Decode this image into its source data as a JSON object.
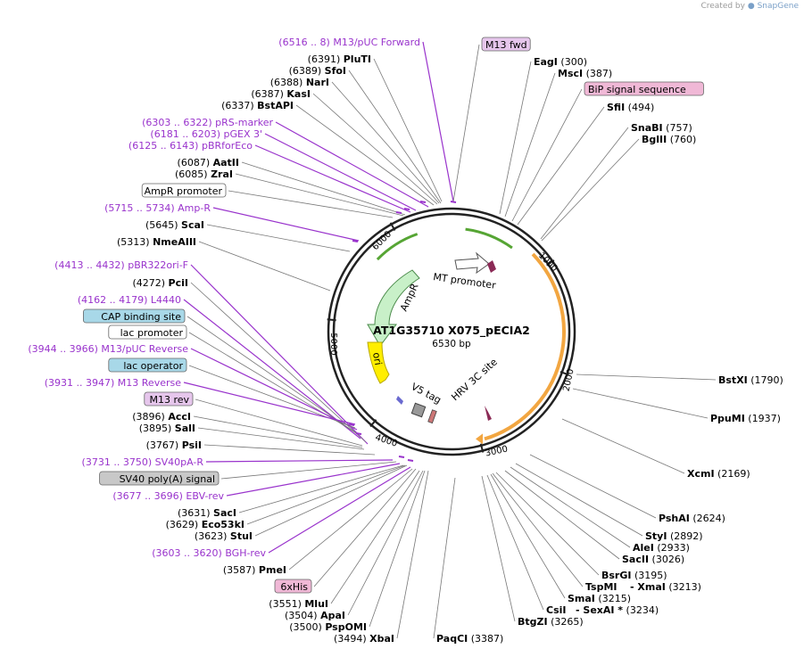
{
  "watermark": {
    "created_by": "Created by",
    "brand": "SnapGene"
  },
  "plasmid": {
    "name": "AT1G35710 X075_pECIA2",
    "length_label": "6530 bp",
    "length": 6530
  },
  "colors": {
    "ring": "#222222",
    "leader": "#777777",
    "primer": "#9933cc",
    "orange_feature": "#f2a641",
    "green_feature": "#56a534",
    "ampr_fill": "#c8f0c8",
    "ori_fill": "#ffee00",
    "mt_fill": "#ffffff",
    "pink_box": "#f0b8d6",
    "cyan_box": "#a8d8e8",
    "gray_box": "#c8c8c8",
    "lilac_box": "#e6c6ec"
  },
  "ticks": [
    "1000",
    "2000",
    "3000",
    "4000",
    "5000",
    "6000"
  ],
  "features": [
    {
      "id": "mt",
      "label": "MT promoter"
    },
    {
      "id": "ampr",
      "label": "AmpR"
    },
    {
      "id": "ori",
      "label": "ori"
    },
    {
      "id": "v5",
      "label": "V5 tag"
    },
    {
      "id": "hrv",
      "label": "HRV 3C site"
    }
  ],
  "left_labels": [
    {
      "pos": "(6516 .. 8)",
      "name": "M13/pUC Forward",
      "kind": "primer"
    },
    {
      "pos": "(6391)",
      "name": "PluTI",
      "kind": "enzyme"
    },
    {
      "pos": "(6389)",
      "name": "SfoI",
      "kind": "enzyme"
    },
    {
      "pos": "(6388)",
      "name": "NarI",
      "kind": "enzyme"
    },
    {
      "pos": "(6387)",
      "name": "KasI",
      "kind": "enzyme"
    },
    {
      "pos": "(6337)",
      "name": "BstAPI",
      "kind": "enzyme"
    },
    {
      "pos": "(6303 .. 6322)",
      "name": "pRS-marker",
      "kind": "primer"
    },
    {
      "pos": "(6181 .. 6203)",
      "name": "pGEX 3'",
      "kind": "primer"
    },
    {
      "pos": "(6125 .. 6143)",
      "name": "pBRforEco",
      "kind": "primer"
    },
    {
      "pos": "(6087)",
      "name": "AatII",
      "kind": "enzyme"
    },
    {
      "pos": "(6085)",
      "name": "ZraI",
      "kind": "enzyme"
    },
    {
      "pos": "",
      "name": "AmpR promoter",
      "kind": "box-white"
    },
    {
      "pos": "(5715 .. 5734)",
      "name": "Amp-R",
      "kind": "primer"
    },
    {
      "pos": "(5645)",
      "name": "ScaI",
      "kind": "enzyme"
    },
    {
      "pos": "(5313)",
      "name": "NmeAIII",
      "kind": "enzyme"
    },
    {
      "pos": "(4413 .. 4432)",
      "name": "pBR322ori-F",
      "kind": "primer"
    },
    {
      "pos": "(4272)",
      "name": "PciI",
      "kind": "enzyme"
    },
    {
      "pos": "(4162 .. 4179)",
      "name": "L4440",
      "kind": "primer"
    },
    {
      "pos": "",
      "name": "CAP binding site",
      "kind": "box-cyan"
    },
    {
      "pos": "",
      "name": "lac promoter",
      "kind": "box-white"
    },
    {
      "pos": "(3944 .. 3966)",
      "name": "M13/pUC Reverse",
      "kind": "primer"
    },
    {
      "pos": "",
      "name": "lac operator",
      "kind": "box-cyan"
    },
    {
      "pos": "(3931 .. 3947)",
      "name": "M13 Reverse",
      "kind": "primer"
    },
    {
      "pos": "",
      "name": "M13 rev",
      "kind": "box-lilac"
    },
    {
      "pos": "(3896)",
      "name": "AccI",
      "kind": "enzyme"
    },
    {
      "pos": "(3895)",
      "name": "SalI",
      "kind": "enzyme"
    },
    {
      "pos": "(3767)",
      "name": "PsiI",
      "kind": "enzyme"
    },
    {
      "pos": "(3731 .. 3750)",
      "name": "SV40pA-R",
      "kind": "primer"
    },
    {
      "pos": "",
      "name": "SV40 poly(A) signal",
      "kind": "box-gray"
    },
    {
      "pos": "(3677 .. 3696)",
      "name": "EBV-rev",
      "kind": "primer"
    },
    {
      "pos": "(3631)",
      "name": "SacI",
      "kind": "enzyme"
    },
    {
      "pos": "(3629)",
      "name": "Eco53kI",
      "kind": "enzyme"
    },
    {
      "pos": "(3623)",
      "name": "StuI",
      "kind": "enzyme"
    },
    {
      "pos": "(3603 .. 3620)",
      "name": "BGH-rev",
      "kind": "primer"
    },
    {
      "pos": "(3587)",
      "name": "PmeI",
      "kind": "enzyme"
    },
    {
      "pos": "",
      "name": "6xHis",
      "kind": "box-pink"
    },
    {
      "pos": "(3551)",
      "name": "MluI",
      "kind": "enzyme"
    },
    {
      "pos": "(3504)",
      "name": "ApaI",
      "kind": "enzyme"
    },
    {
      "pos": "(3500)",
      "name": "PspOMI",
      "kind": "enzyme"
    },
    {
      "pos": "(3494)",
      "name": "XbaI",
      "kind": "enzyme"
    }
  ],
  "right_labels": [
    {
      "name": "M13 fwd",
      "pos": "",
      "kind": "box-lilac"
    },
    {
      "name": "EagI",
      "pos": "(300)",
      "kind": "enzyme"
    },
    {
      "name": "MscI",
      "pos": "(387)",
      "kind": "enzyme"
    },
    {
      "name": "BiP signal sequence",
      "pos": "",
      "kind": "box-pink"
    },
    {
      "name": "SfiI",
      "pos": "(494)",
      "kind": "enzyme"
    },
    {
      "name": "SnaBI",
      "pos": "(757)",
      "kind": "enzyme"
    },
    {
      "name": "BglII",
      "pos": "(760)",
      "kind": "enzyme"
    },
    {
      "name": "BstXI",
      "pos": "(1790)",
      "kind": "enzyme"
    },
    {
      "name": "PpuMI",
      "pos": "(1937)",
      "kind": "enzyme"
    },
    {
      "name": "XcmI",
      "pos": "(2169)",
      "kind": "enzyme"
    },
    {
      "name": "PshAI",
      "pos": "(2624)",
      "kind": "enzyme"
    },
    {
      "name": "StyI",
      "pos": "(2892)",
      "kind": "enzyme"
    },
    {
      "name": "AleI",
      "pos": "(2933)",
      "kind": "enzyme"
    },
    {
      "name": "SacII",
      "pos": "(3026)",
      "kind": "enzyme"
    },
    {
      "name": "BsrGI",
      "pos": "(3195)",
      "kind": "enzyme"
    },
    {
      "name": "TspMI",
      "pos": "",
      "kind": "enzyme"
    },
    {
      "name": "- XmaI",
      "pos": "(3213)",
      "kind": "enzyme"
    },
    {
      "name": "SmaI",
      "pos": "(3215)",
      "kind": "enzyme"
    },
    {
      "name": "CsiI",
      "pos": "",
      "kind": "enzyme"
    },
    {
      "name": "- SexAI *",
      "pos": "(3234)",
      "kind": "enzyme"
    },
    {
      "name": "BtgZI",
      "pos": "(3265)",
      "kind": "enzyme"
    },
    {
      "name": "PaqCI",
      "pos": "(3387)",
      "kind": "enzyme"
    }
  ]
}
